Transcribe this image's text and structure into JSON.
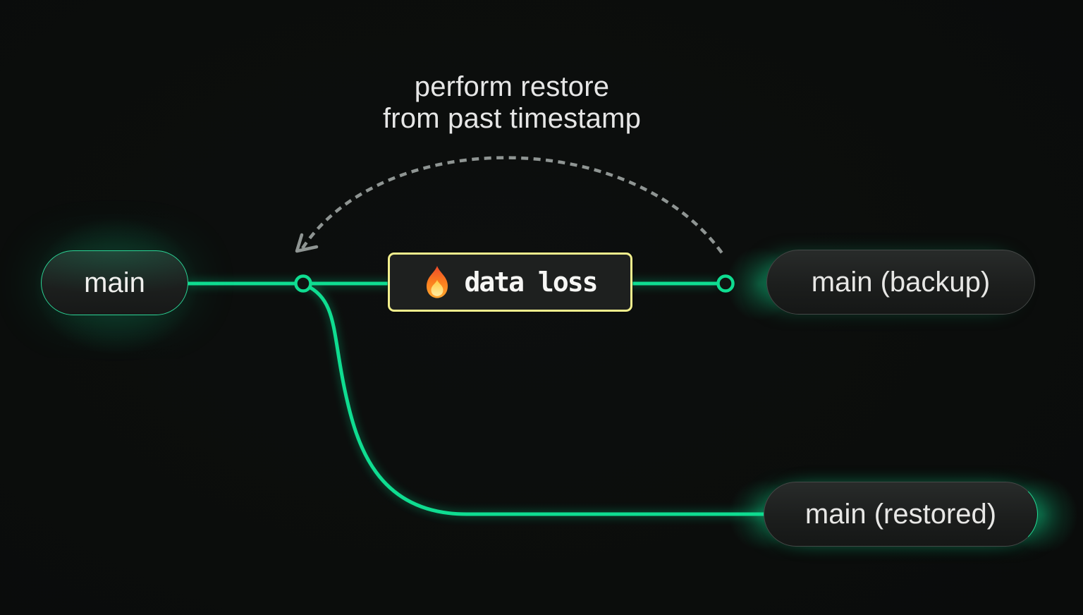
{
  "annotation": {
    "line1": "perform restore",
    "line2": "from past timestamp"
  },
  "branches": {
    "main": {
      "label": "main"
    },
    "backup": {
      "label": "main (backup)"
    },
    "restored": {
      "label": "main (restored)"
    }
  },
  "event_box": {
    "label": "data loss",
    "icon": "fire-icon"
  },
  "colors": {
    "branch_green": "#0fdd91",
    "warning_yellow": "#f2ef8d",
    "arc_gray": "#8f9593",
    "pill_border_gray": "#454847",
    "pill_text": "#e7e7e5",
    "annotation_text": "#e6e6e6",
    "node_fill": "#101312",
    "background": "#0b0d0c"
  }
}
